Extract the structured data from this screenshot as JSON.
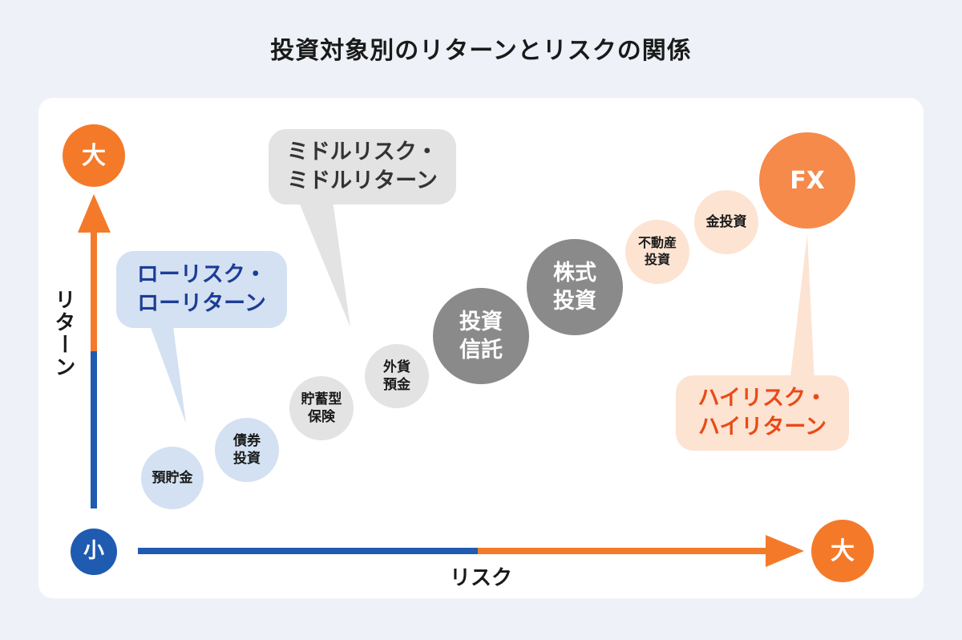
{
  "title": "投資対象別のリターンとリスクの関係",
  "axes": {
    "y_top_badge": "大",
    "y_label": "リターン",
    "origin_badge": "小",
    "x_label": "リスク",
    "x_right_badge": "大"
  },
  "callouts": {
    "low": "ローリスク・\nローリターン",
    "middle": "ミドルリスク・\nミドルリターン",
    "high": "ハイリスク・\nハイリターン"
  },
  "assets": [
    {
      "label": "預貯金"
    },
    {
      "label": "債券\n投資"
    },
    {
      "label": "貯蓄型\n保険"
    },
    {
      "label": "外貨\n預金"
    },
    {
      "label": "投資\n信託"
    },
    {
      "label": "株式\n投資"
    },
    {
      "label": "不動産\n投資"
    },
    {
      "label": "金投資"
    },
    {
      "label": "FX"
    }
  ],
  "colors": {
    "blue": "#1f5bb0",
    "orange": "#f47a2a",
    "light_blue": "#d3e1f2",
    "light_gray": "#e3e3e3",
    "dark_gray": "#8a8a8a",
    "light_orange": "#fde3d2",
    "fx_orange": "#f68a4a",
    "low_text": "#1c3d96",
    "middle_text": "#333333",
    "high_text": "#ea4a17"
  }
}
